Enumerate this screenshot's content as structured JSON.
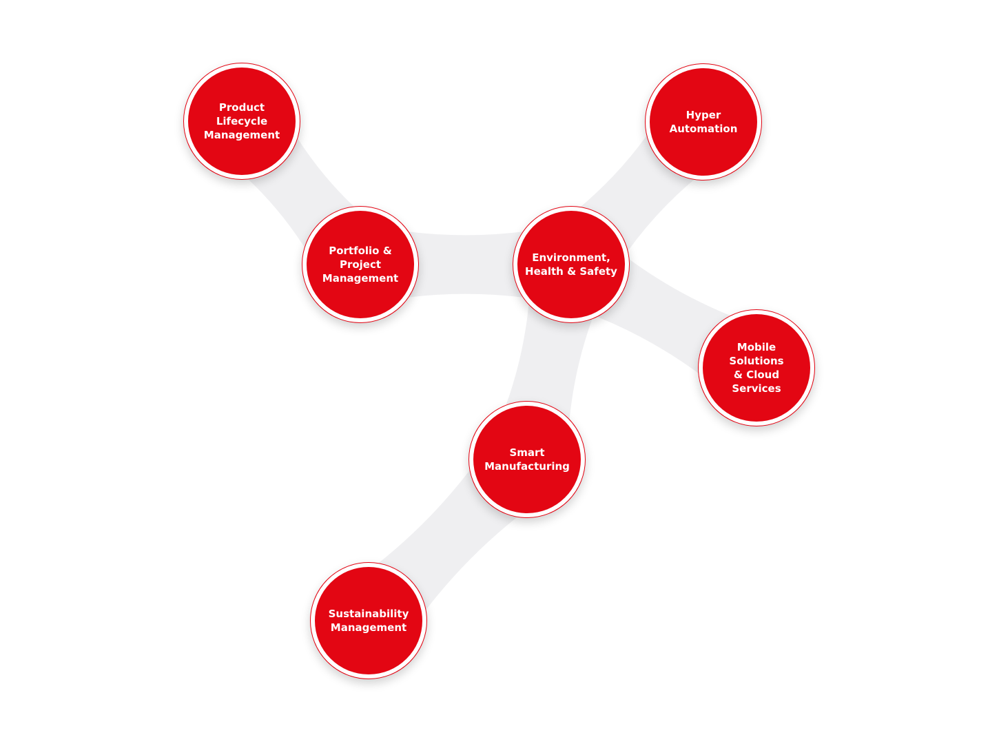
{
  "colors": {
    "node_fill": "#e30613",
    "node_ring": "#e3000f",
    "connector": "#efeff1",
    "label": "#ffffff"
  },
  "nodes": [
    {
      "id": "plm",
      "label": "Product\nLifecycle\nManagement"
    },
    {
      "id": "ppm",
      "label": "Portfolio &\nProject\nManagement"
    },
    {
      "id": "ehs",
      "label": "Environment,\nHealth & Safety"
    },
    {
      "id": "hyper",
      "label": "Hyper\nAutomation"
    },
    {
      "id": "mobile",
      "label": "Mobile Solutions\n& Cloud Services"
    },
    {
      "id": "smart",
      "label": "Smart\nManufacturing"
    },
    {
      "id": "sust",
      "label": "Sustainability\nManagement"
    }
  ],
  "edges": [
    [
      "plm",
      "ppm"
    ],
    [
      "ppm",
      "ehs"
    ],
    [
      "ehs",
      "hyper"
    ],
    [
      "ehs",
      "mobile"
    ],
    [
      "ehs",
      "smart"
    ],
    [
      "smart",
      "sust"
    ]
  ]
}
